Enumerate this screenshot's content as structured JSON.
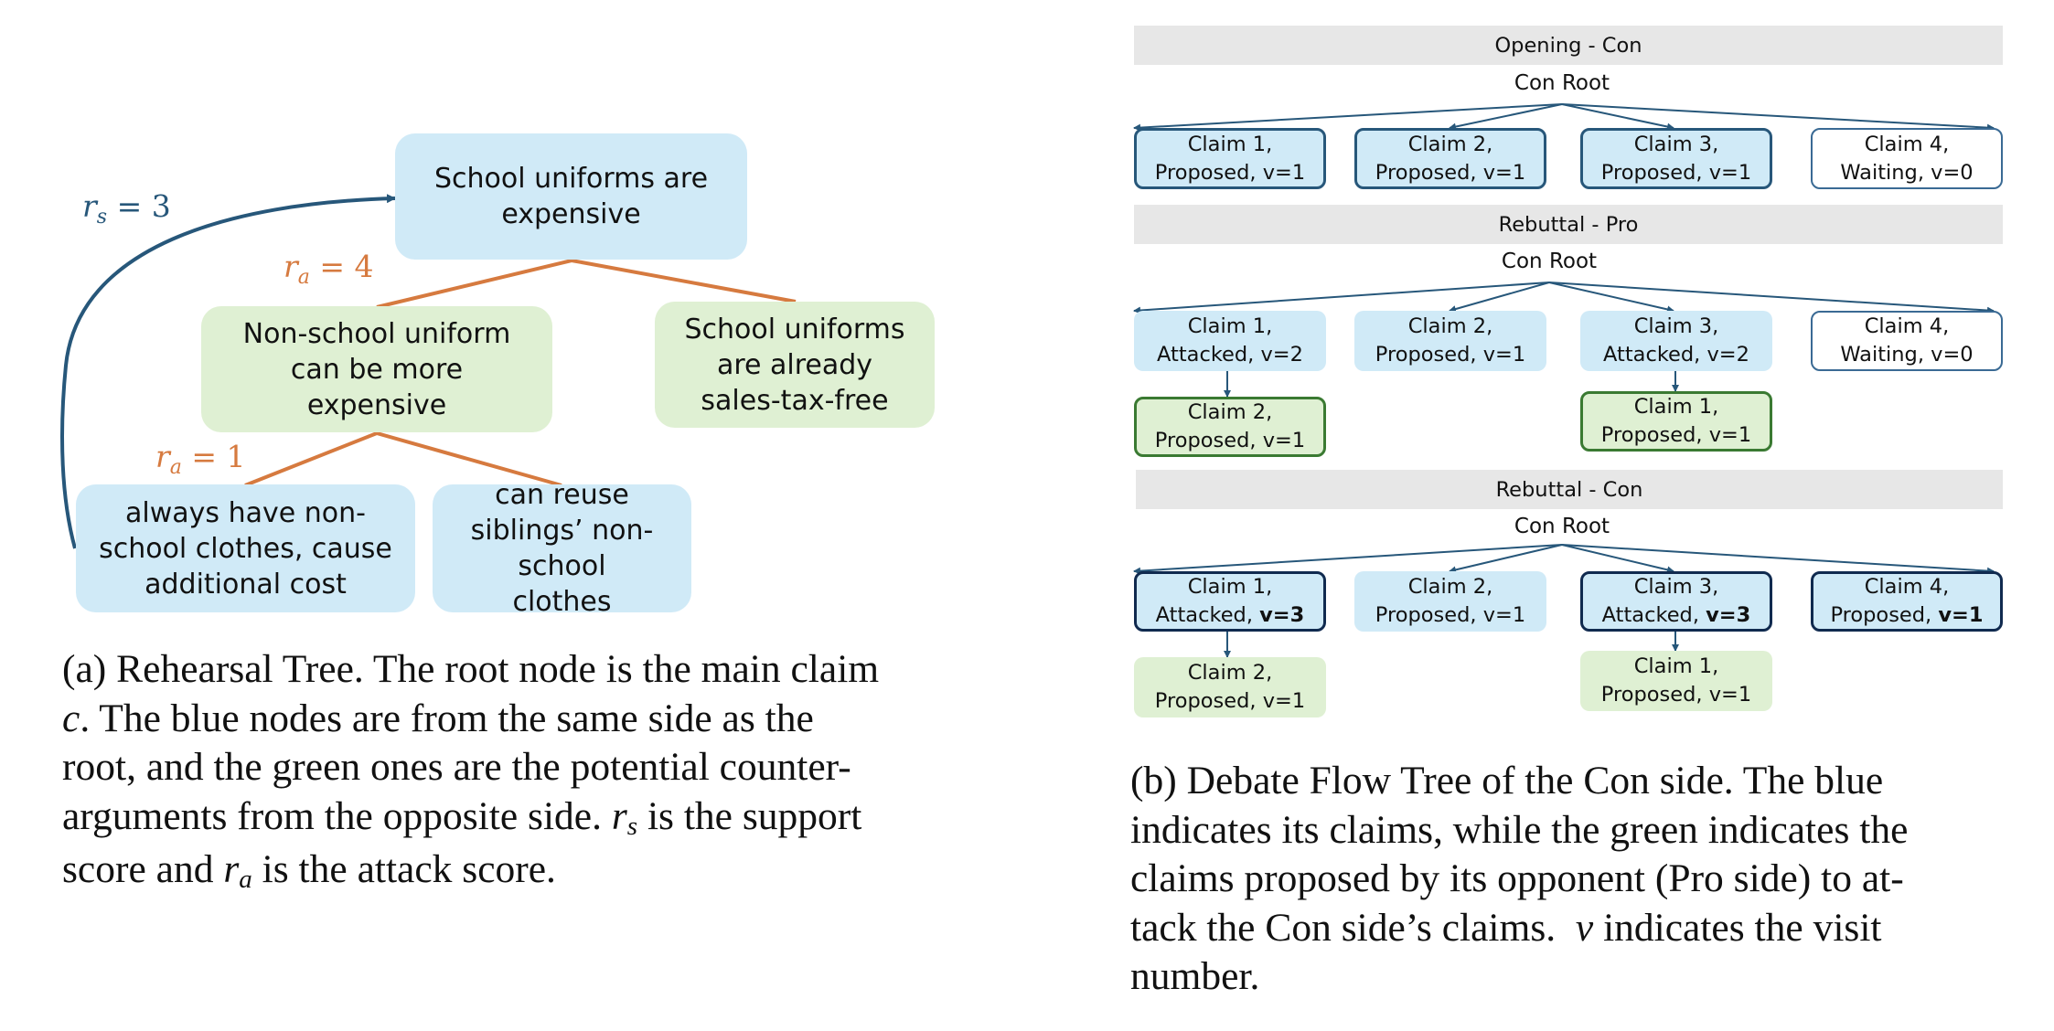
{
  "left_tree": {
    "root": "School uniforms are expensive",
    "attack1": "Non-school uniform can be more expensive",
    "attack2": "School uniforms are already sales-tax-free",
    "support1": "always have non-school clothes, cause additional cost",
    "support2": "can reuse siblings’ non-school clothes",
    "rs_label": {
      "sym": "r",
      "sub": "s",
      "rest": " = 3"
    },
    "ra4_label": {
      "sym": "r",
      "sub": "a",
      "rest": " = 4"
    },
    "ra1_label": {
      "sym": "r",
      "sub": "a",
      "rest": " = 1"
    }
  },
  "caption_a": {
    "line1": "(a) Rehearsal Tree. The root node is the main claim",
    "line2_c": "c",
    "line2_rest": ". The blue nodes are from the same side as the",
    "line3": "root, and the green ones are the potential counter-",
    "line4_pre": "arguments from the opposite side.",
    "line4_r": "r",
    "line4_s": "s",
    "line4_post": "is the support",
    "line5_pre": "score and",
    "line5_r": "r",
    "line5_a": "a",
    "line5_post": "is the attack score."
  },
  "flow": {
    "opening_title": "Opening - Con",
    "rebuttal_pro_title": "Rebuttal - Pro",
    "rebuttal_con_title": "Rebuttal - Con",
    "root_label": "Con Root",
    "opening": [
      {
        "l1": "Claim 1,",
        "l2": "Proposed, v=1"
      },
      {
        "l1": "Claim 2,",
        "l2": "Proposed, v=1"
      },
      {
        "l1": "Claim 3,",
        "l2": "Proposed, v=1"
      },
      {
        "l1": "Claim 4,",
        "l2": "Waiting, v=0"
      }
    ],
    "pro": [
      {
        "l1": "Claim 1,",
        "l2": "Attacked, v=2"
      },
      {
        "l1": "Claim 2,",
        "l2": "Proposed, v=1"
      },
      {
        "l1": "Claim 3,",
        "l2": "Attacked, v=2"
      },
      {
        "l1": "Claim 4,",
        "l2": "Waiting, v=0"
      }
    ],
    "pro_children": [
      {
        "l1": "Claim 2,",
        "l2": "Proposed, v=1"
      },
      {
        "l1": "Claim 1,",
        "l2": "Proposed, v=1"
      }
    ],
    "con": [
      {
        "l1": "Claim 1,",
        "l2a": "Attacked, ",
        "l2b": "v=3"
      },
      {
        "l1": "Claim 2,",
        "l2": "Proposed, v=1"
      },
      {
        "l1": "Claim 3,",
        "l2a": "Attacked, ",
        "l2b": "v=3"
      },
      {
        "l1": "Claim 4,",
        "l2a": "Proposed, ",
        "l2b": "v=1"
      }
    ],
    "con_children": [
      {
        "l1": "Claim 2,",
        "l2": "Proposed, v=1"
      },
      {
        "l1": "Claim 1,",
        "l2": "Proposed, v=1"
      }
    ]
  },
  "caption_b": {
    "line1": "(b) Debate Flow Tree of the Con side. The blue",
    "line2": "indicates its claims, while the green indicates the",
    "line3": "claims proposed by its opponent (Pro side) to at-",
    "line4_pre": "tack the Con side’s claims.",
    "line4_v": "v",
    "line4_post": "indicates the visit",
    "line5": "number."
  },
  "colors": {
    "blue_node": "#d0eaf7",
    "green_node": "#dff0d3",
    "attack_line": "#d67a3f",
    "support_arrow": "#27577a",
    "rs_label": "#27577a",
    "ra_label": "#d67a3f",
    "green_border": "#3a7a32",
    "bar": "#e7e7e7"
  }
}
